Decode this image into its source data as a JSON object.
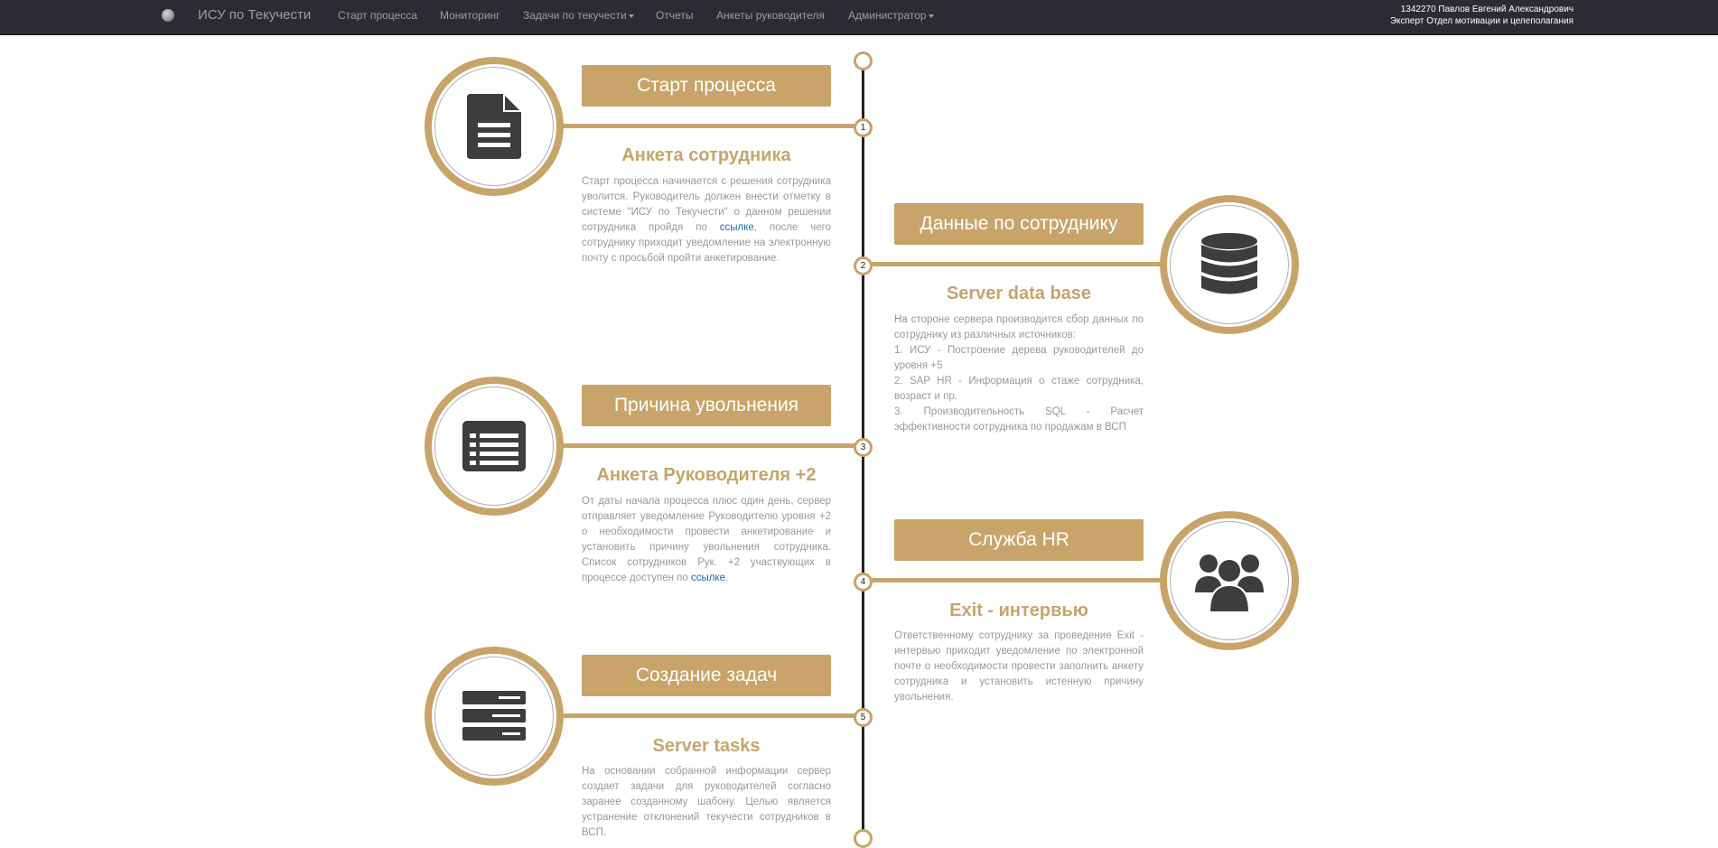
{
  "navbar": {
    "brand": "ИСУ по Текучести",
    "items": [
      {
        "label": "Старт процесса",
        "dropdown": false
      },
      {
        "label": "Мониторинг",
        "dropdown": false
      },
      {
        "label": "Задачи по текучести",
        "dropdown": true
      },
      {
        "label": "Отчеты",
        "dropdown": false
      },
      {
        "label": "Анкеты руководителя",
        "dropdown": false
      },
      {
        "label": "Администратор",
        "dropdown": true
      }
    ],
    "user": {
      "name": "1342270 Павлов Евгений Александрович",
      "position": "Эксперт Отдел мотивации и целеполагания"
    }
  },
  "steps": [
    {
      "number": "1",
      "side": "left",
      "icon": "document-icon",
      "header": "Старт процесса",
      "title": "Анкета сотрудника",
      "text_before": "Старт процесса начинается с решения сотрудника уволится. Руководитель должен внести отметку в системе \"ИСУ по Текучести\" о данном решении сотрудника пройдя по ",
      "link": "ссылке",
      "text_after": ", после чего сотруднику приходит уведомление на электронную почту с просьбой пройти анкетирование."
    },
    {
      "number": "2",
      "side": "right",
      "icon": "database-icon",
      "header": "Данные по сотруднику",
      "title": "Server data base",
      "lines": [
        "На стороне сервера производится сбор данных по сотруднику из различных источников:",
        "1. ИСУ - Построение дерева руководителей до уровня +5",
        "2. SAP HR - Информация о стаже сотрудника, возраст и пр.",
        "3. Производительность SQL - Расчет эффективности сотрудника по продажам в ВСП"
      ]
    },
    {
      "number": "3",
      "side": "left",
      "icon": "list-icon",
      "header": "Причина увольнения",
      "title": "Анкета Руководителя +2",
      "text_before": "От даты начала процесса плюс один день, сервер отправляет уведомление Руководителю уровня +2 о необходимости провести анкетирование и установить причину увольнения сотрудника. Список сотрудников Рук. +2 участвующих в процессе доступен по ",
      "link": "ссылке",
      "text_after": "."
    },
    {
      "number": "4",
      "side": "right",
      "icon": "users-icon",
      "header": "Служба HR",
      "title": "Exit - интервью",
      "text": "Ответственному сотруднику за проведение Exit - интервью приходит уведомление по электронной почте о необходимости провести заполнить анкету сотрудника и установить истенную причину увольнения."
    },
    {
      "number": "5",
      "side": "left",
      "icon": "server-icon",
      "header": "Создание задач",
      "title": "Server tasks",
      "text": "На основании собранной информации сервер создает задачи для руководителей согласно заранее созданному шабону. Целью является устранение отклонений текучести сотрудников в ВСП."
    }
  ],
  "colors": {
    "accent": "#c8a46a",
    "navbar_bg": "#2b2b33",
    "nav_text": "#9d9d9d",
    "icon": "#3d3d3d",
    "link": "#1e6bb8",
    "body_text": "#999999"
  }
}
